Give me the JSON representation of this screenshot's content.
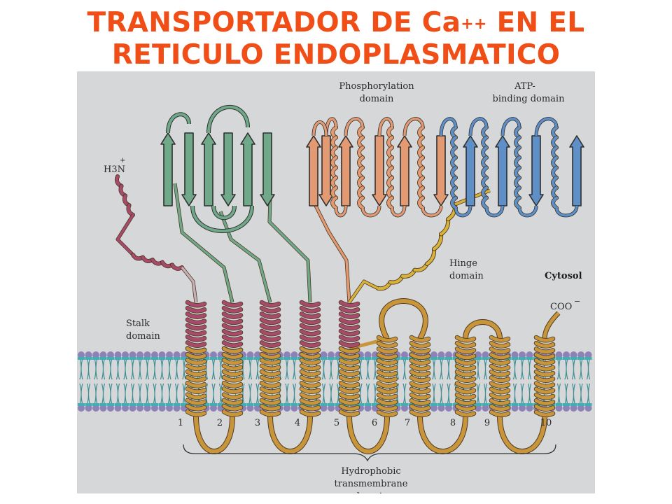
{
  "title": {
    "line1_prefix": "TRANSPORTADOR DE Ca",
    "line1_sup": "++",
    "line1_suffix": " EN EL",
    "line2": "RETICULO ENDOPLASMATICO"
  },
  "labels": {
    "n_terminus": "H3N",
    "n_terminus_sub": "3",
    "n_terminus_charge": "+",
    "stalk_line1": "Stalk",
    "stalk_line2": "domain",
    "phospho_line1": "Phosphorylation",
    "phospho_line2": "domain",
    "atp_line1": "ATP-",
    "atp_line2": "binding domain",
    "hinge_line1": "Hinge",
    "hinge_line2": "domain",
    "cytosol": "Cytosol",
    "c_terminus": "COO",
    "c_terminus_charge": "−",
    "hydrophobic_line1": "Hydrophobic",
    "hydrophobic_line2": "transmembrane",
    "hydrophobic_line3": "domain"
  },
  "helix_numbers": [
    "1",
    "2",
    "3",
    "4",
    "5",
    "6",
    "7",
    "8",
    "9",
    "10"
  ],
  "colors": {
    "title": "#f04e16",
    "stalk": "#a84a6c",
    "transmembrane": "#c9953a",
    "beta_sheet": "#6fa98a",
    "phosphorylation": "#e39a72",
    "atp_binding": "#5f8fc7",
    "hinge": "#d9b23a",
    "membrane_head_teal": "#43aeb2",
    "membrane_head_purple": "#8c82b8"
  }
}
